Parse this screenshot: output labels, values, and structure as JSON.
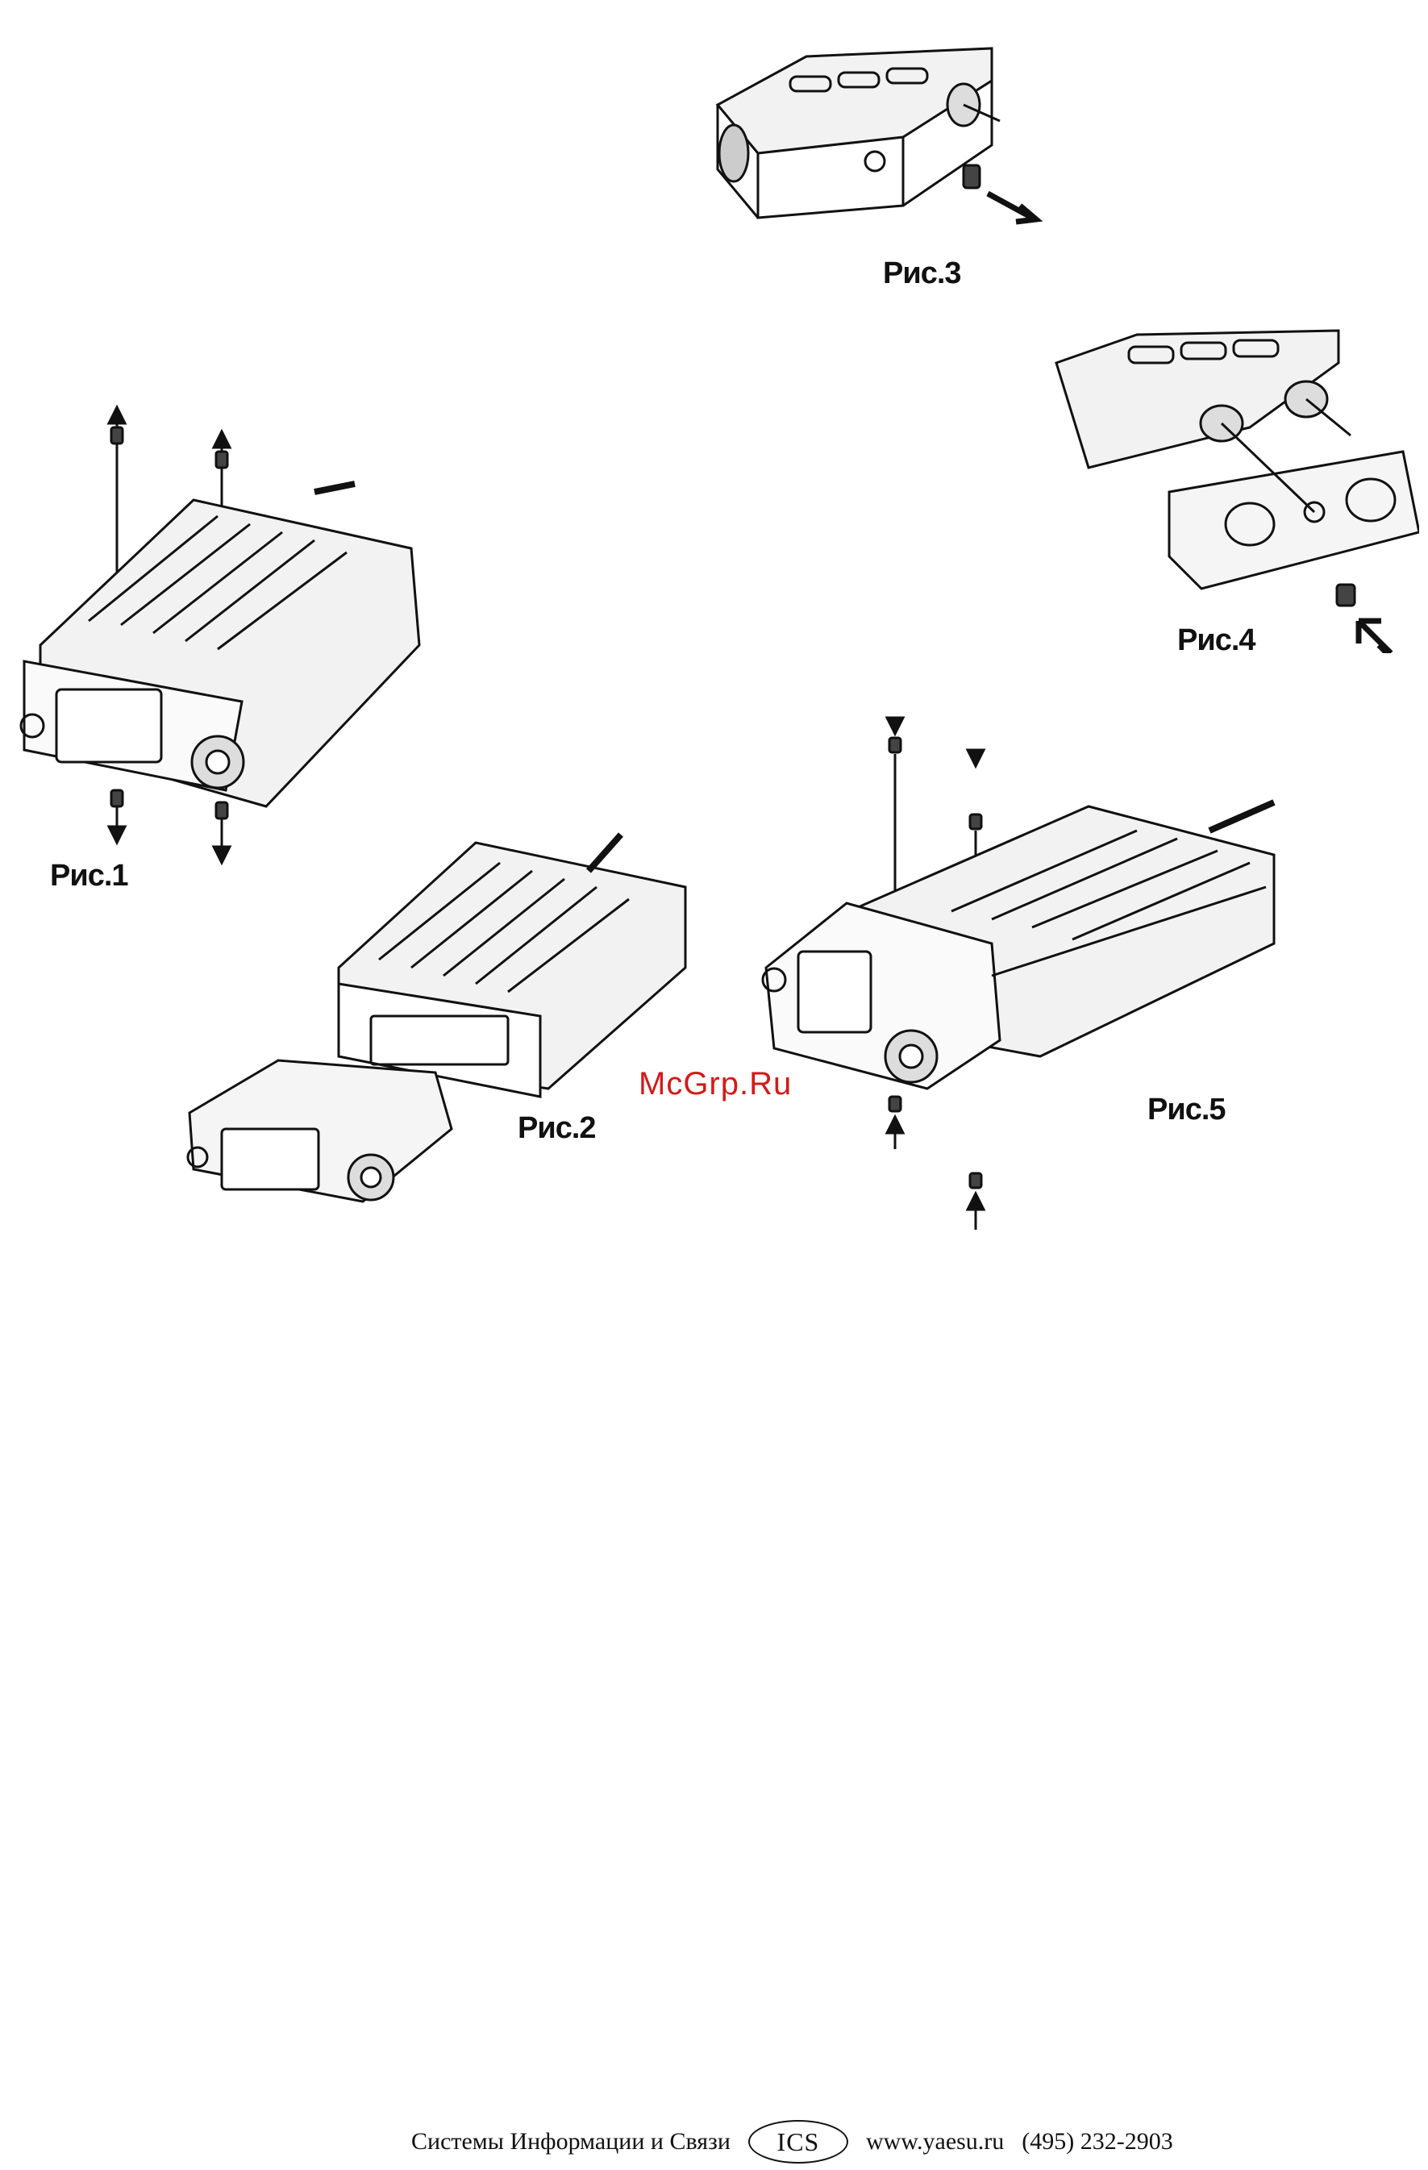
{
  "figures": [
    {
      "id": "fig1",
      "label": "Рис.1"
    },
    {
      "id": "fig2",
      "label": "Рис.2"
    },
    {
      "id": "fig3",
      "label": "Рис.3"
    },
    {
      "id": "fig4",
      "label": "Рис.4"
    },
    {
      "id": "fig5",
      "label": "Рис.5"
    }
  ],
  "watermark": "McGrp.Ru",
  "footer": {
    "company": "Системы Информации и Связи",
    "logo": "ICS",
    "website": "www.yaesu.ru",
    "phone": "(495) 232-2903"
  }
}
